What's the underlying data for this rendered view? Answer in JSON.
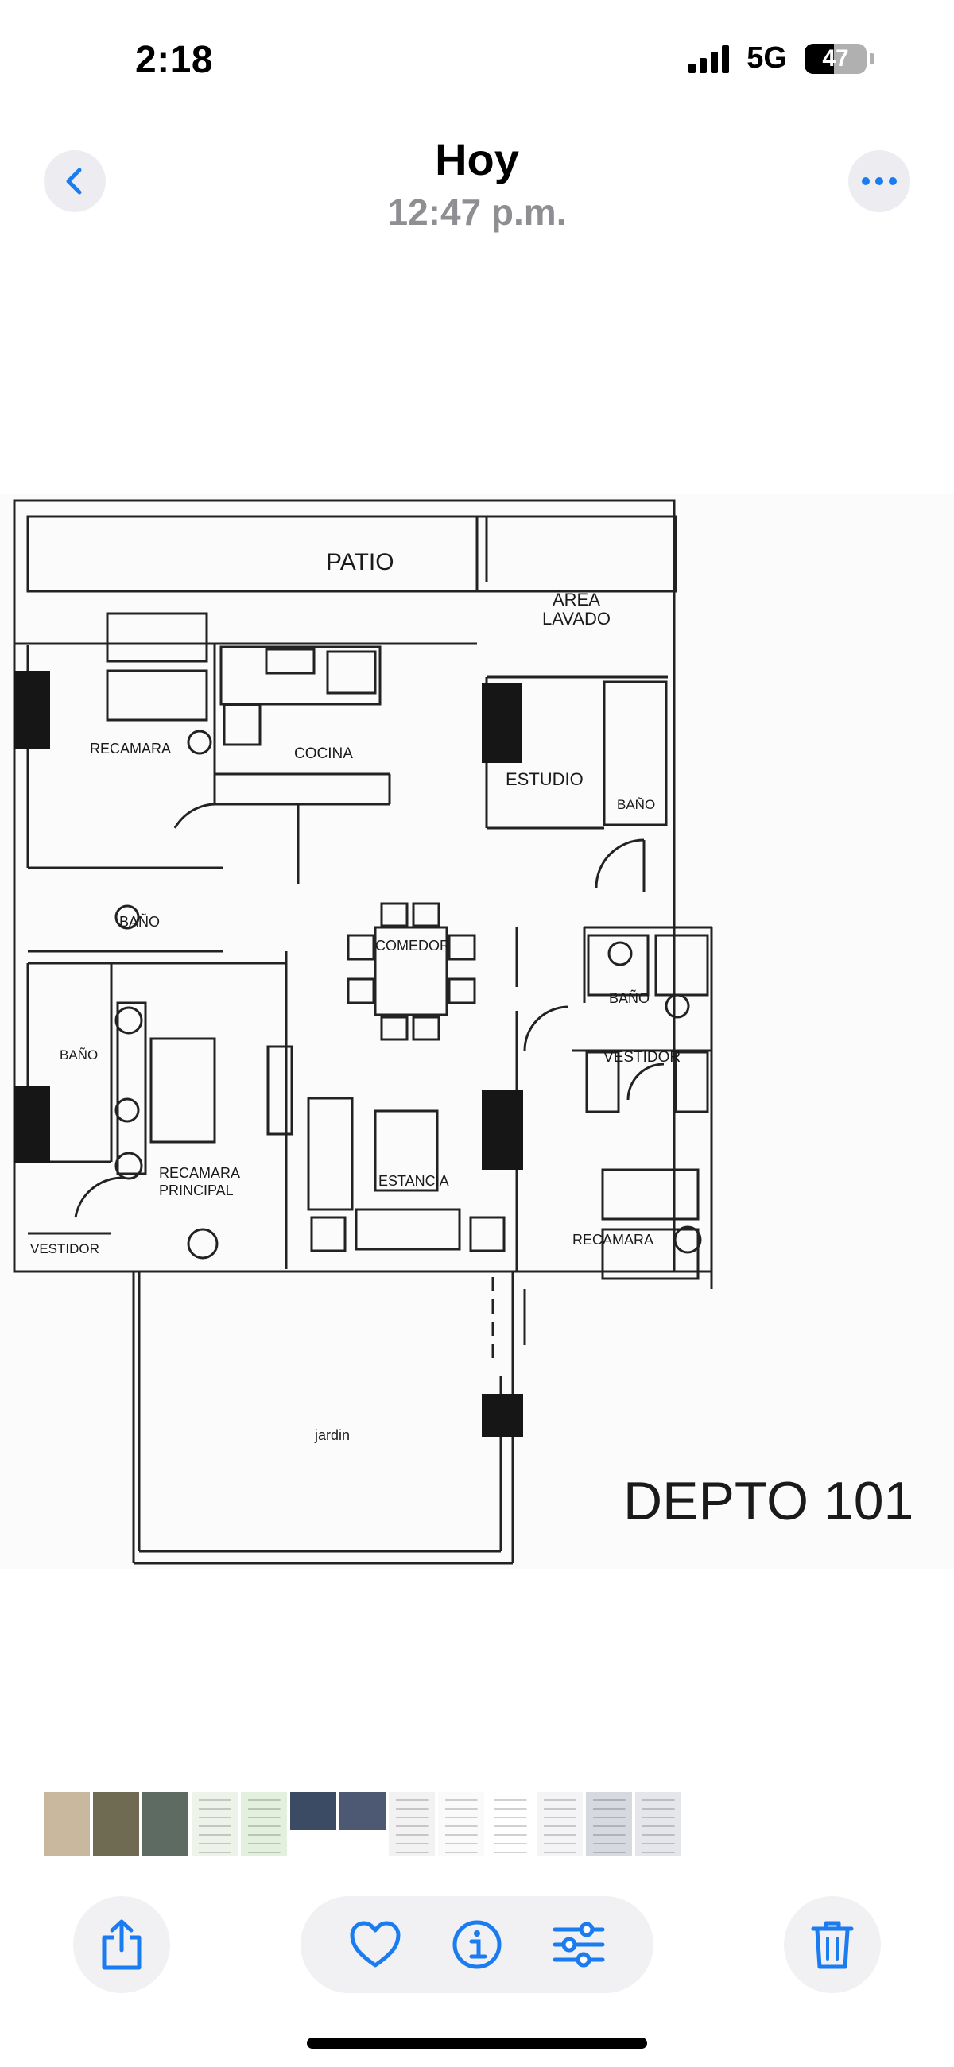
{
  "status_bar": {
    "time": "2:18",
    "network": "5G",
    "battery": "47",
    "battery_level": 0.47
  },
  "header": {
    "title": "Hoy",
    "subtitle": "12:47 p.m."
  },
  "floor_plan": {
    "title": "DEPTO 101",
    "rooms": {
      "patio": "PATIO",
      "area_lavado_1": "ÁREA",
      "area_lavado_2": "LAVADO",
      "recamara_1": "RECAMARA",
      "cocina": "COCINA",
      "estudio": "ESTUDIO",
      "bano_1": "BAÑO",
      "bano_2": "BAÑO",
      "comedor": "COMEDOR",
      "bano_3": "BAÑO",
      "bano_4": "BAÑO",
      "vestidor_1": "VESTIDOR",
      "recamara_principal_1": "RECAMARA",
      "recamara_principal_2": "PRINCIPAL",
      "estancia": "ESTANCIA",
      "vestidor_2": "VESTIDOR",
      "recamara_2": "RECAMARA",
      "jardin": "jardin"
    }
  },
  "thumbnails": [
    {
      "kind": "photo",
      "color": "#c9b79e"
    },
    {
      "kind": "photo",
      "color": "#6f6a52"
    },
    {
      "kind": "photo",
      "color": "#5d6b63"
    },
    {
      "kind": "document",
      "color": "#eef3ea"
    },
    {
      "kind": "document",
      "color": "#e2f0dd"
    },
    {
      "kind": "listing",
      "color": "#3b4b63"
    },
    {
      "kind": "listing",
      "color": "#4d5872"
    },
    {
      "kind": "plan",
      "color": "#f2f2f2"
    },
    {
      "kind": "plan",
      "color": "#fafafa"
    },
    {
      "kind": "document",
      "color": "#ffffff"
    },
    {
      "kind": "document",
      "color": "#f4f4f6"
    },
    {
      "kind": "screenshot",
      "color": "#d7d9e0"
    },
    {
      "kind": "screenshot",
      "color": "#e4e6ec"
    }
  ],
  "toolbar": {
    "share": "share-icon",
    "favorite": "heart-icon",
    "info": "info-icon",
    "adjust": "sliders-icon",
    "delete": "trash-icon"
  },
  "colors": {
    "accent": "#1a7cf0",
    "secondary_text": "#8e8e93",
    "button_bg": "#f1f1f4"
  }
}
